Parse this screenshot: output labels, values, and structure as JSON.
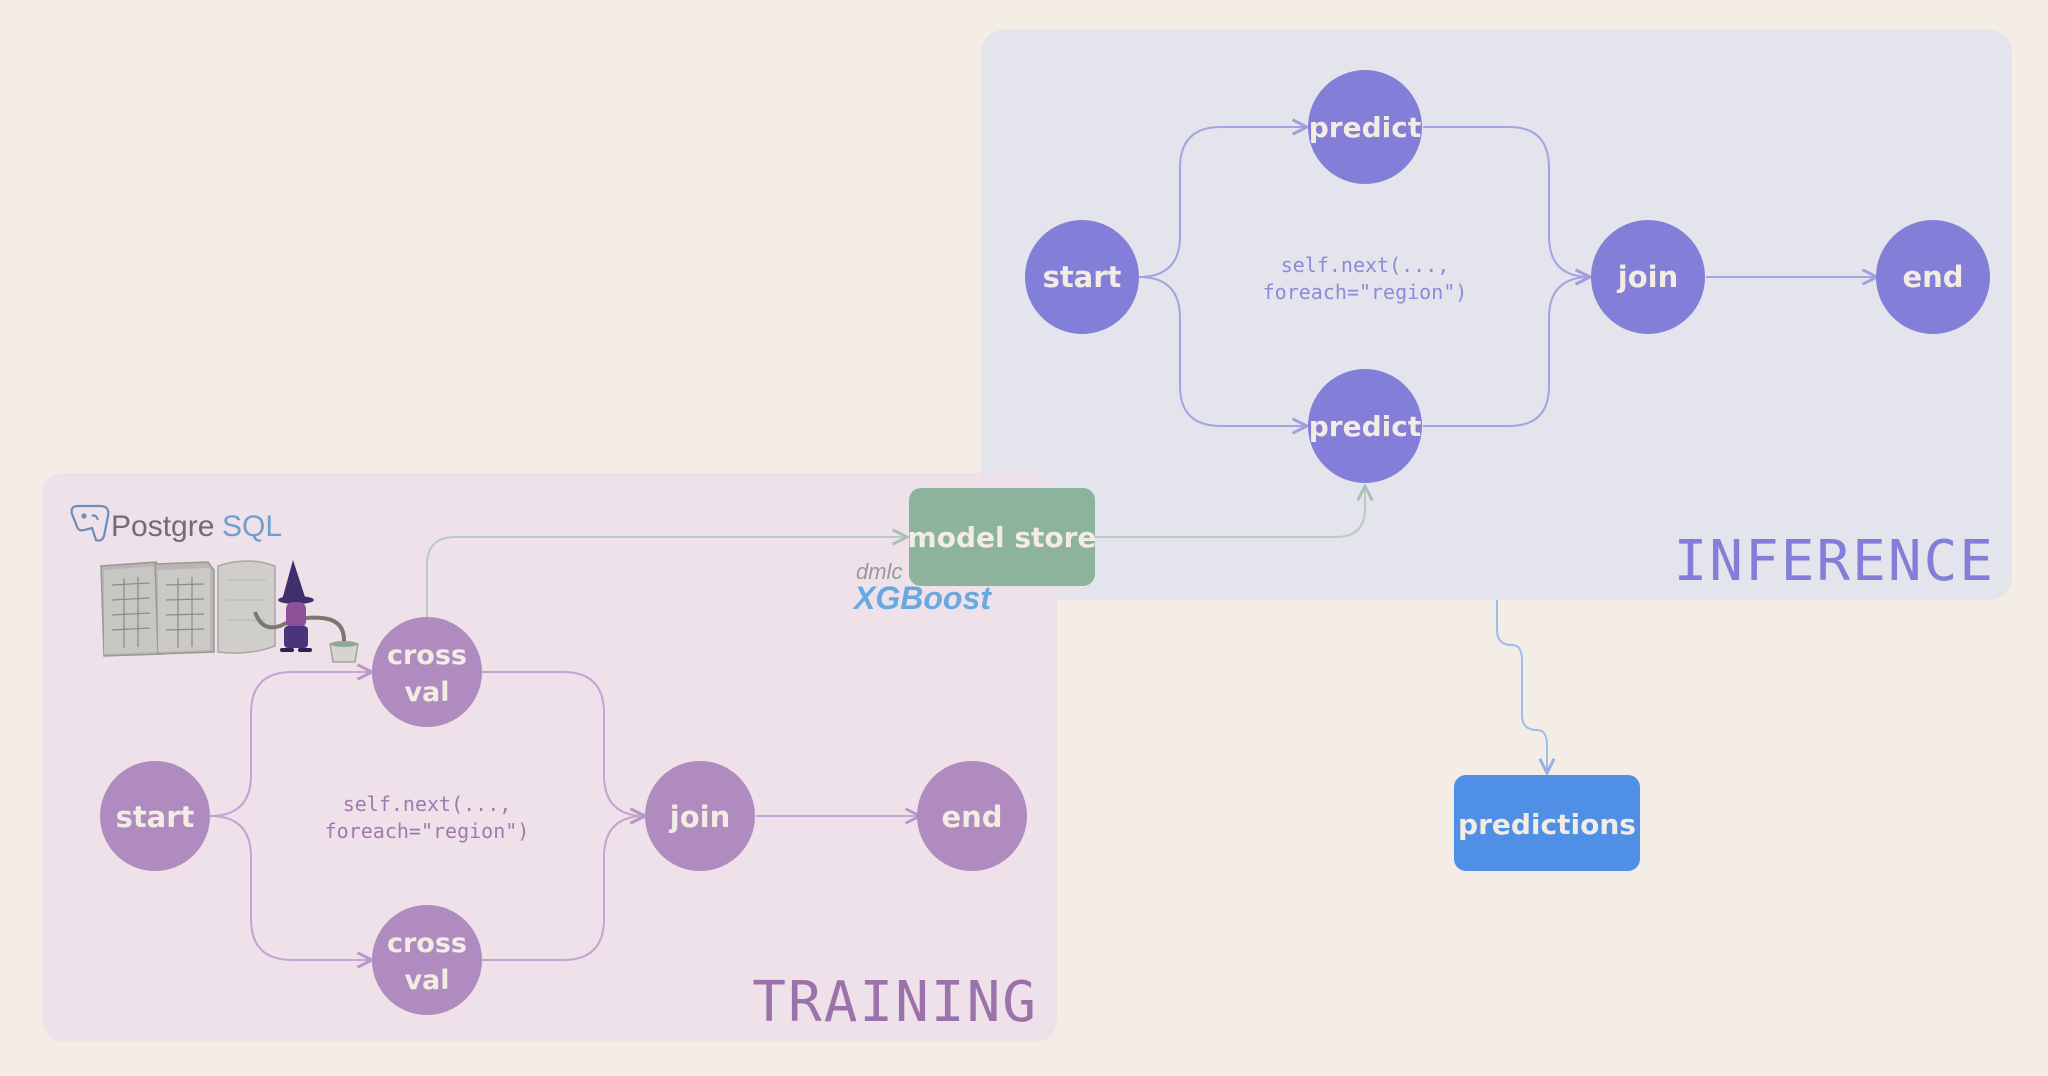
{
  "colors": {
    "background": "#f4ede5",
    "training_panel": "#ede0ea",
    "inference_panel": "#e4e4ec",
    "training_node": "#b08bbf",
    "inference_node": "#837ed8",
    "node_text": "#f3ece3",
    "training_edge": "#c4a4d0",
    "inference_edge": "#a7a3e2",
    "model_store": "#8db39d",
    "model_store_edge": "#b9cbc4",
    "predictions": "#4f8fe6",
    "predictions_edge": "#9cbde8",
    "training_label": "#9c72aa",
    "inference_label": "#837ed8",
    "xgboost": "#6aa8e0"
  },
  "training": {
    "title": "TRAINING",
    "code_line1": "self.next(...,",
    "code_line2": "foreach=\"region\")",
    "nodes": {
      "start": "start",
      "cross_top_line1": "cross",
      "cross_top_line2": "val",
      "cross_bottom_line1": "cross",
      "cross_bottom_line2": "val",
      "join": "join",
      "end": "end"
    },
    "logos": {
      "postgres_prefix": "Postgre",
      "postgres_suffix": "SQL",
      "xgboost_small": "dmlc",
      "xgboost_main": "XGBoost"
    }
  },
  "inference": {
    "title": "INFERENCE",
    "code_line1": "self.next(...,",
    "code_line2": "foreach=\"region\")",
    "nodes": {
      "start": "start",
      "predict_top": "predict",
      "predict_bottom": "predict",
      "join": "join",
      "end": "end"
    }
  },
  "model_store": {
    "label": "model store"
  },
  "predictions": {
    "label": "predictions"
  }
}
